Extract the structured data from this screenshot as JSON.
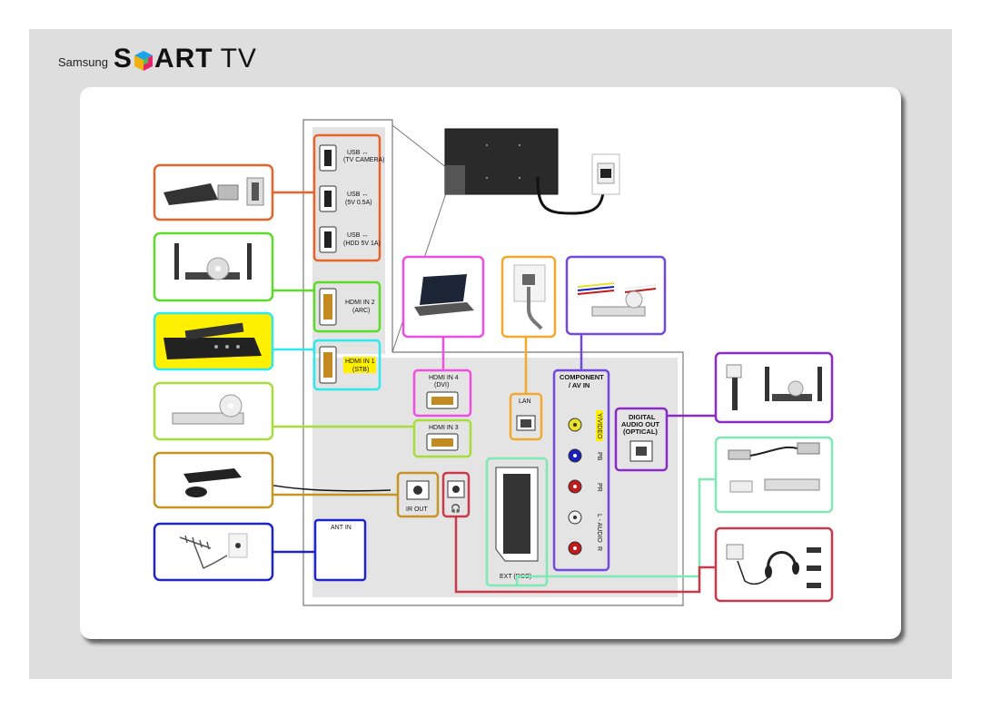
{
  "brand": {
    "maker": "Samsung",
    "logo_pre": "S",
    "logo_post": "ART",
    "logo_tv": "TV"
  },
  "ports": {
    "usb1": [
      "USB ↔",
      "(TV CAMERA)"
    ],
    "usb2": [
      "USB ↔",
      "(5V 0.5A)"
    ],
    "usb3": [
      "USB ↔",
      "(HDD 5V 1A)"
    ],
    "hdmi2": [
      "HDMI IN 2",
      "(ARC)"
    ],
    "hdmi1": [
      "HDMI IN 1",
      "(STB)"
    ],
    "hdmi4": [
      "HDMI IN 4",
      "(DVI)"
    ],
    "hdmi3": "HDMI IN 3",
    "lan": "LAN",
    "component": [
      "COMPONENT",
      "/ AV IN"
    ],
    "video": "Y/VIDEO",
    "pb": "PB",
    "pr": "PR",
    "audio_l": "L - AUDIO",
    "audio_r": "R",
    "digital_audio": [
      "DIGITAL",
      "AUDIO OUT",
      "(OPTICAL)"
    ],
    "ir_out": "IR OUT",
    "ext": "EXT (RGB)",
    "ant": "ANT IN"
  },
  "colors": {
    "usb": "#e8622a",
    "home_theater": "#5ddb2c",
    "stb": "#2ee8f0",
    "bluray": "#a6dd3b",
    "ir": "#c79323",
    "antenna": "#1f24c8",
    "pc": "#ef4ee0",
    "lan": "#f3a92e",
    "component": "#6f49e0",
    "optical": "#8b29c9",
    "scart": "#7fe8b4",
    "headphone": "#c9394a"
  }
}
